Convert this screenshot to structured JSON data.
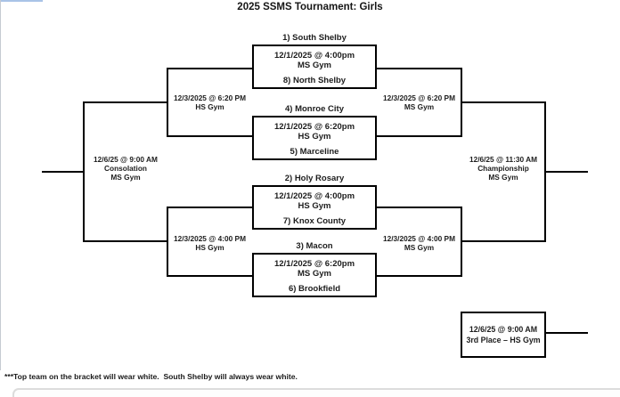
{
  "title": "2025 SSMS Tournament: Girls",
  "games": [
    {
      "top_team": "1) South Shelby",
      "datetime": "12/1/2025 @ 4:00pm",
      "venue": "MS Gym",
      "bottom_team": "8) North Shelby"
    },
    {
      "top_team": "4) Monroe City",
      "datetime": "12/1/2025 @ 6:20pm",
      "venue": "HS Gym",
      "bottom_team": "5) Marceline"
    },
    {
      "top_team": "2) Holy Rosary",
      "datetime": "12/1/2025 @ 4:00pm",
      "venue": "HS Gym",
      "bottom_team": "7) Knox County"
    },
    {
      "top_team": "3) Macon",
      "datetime": "12/1/2025 @ 6:20pm",
      "venue": "MS Gym",
      "bottom_team": "6) Brookfield"
    }
  ],
  "semifinals": {
    "left_top": {
      "datetime": "12/3/2025 @ 6:20 PM",
      "venue": "HS Gym"
    },
    "right_top": {
      "datetime": "12/3/2025 @ 6:20 PM",
      "venue": "MS Gym"
    },
    "left_bottom": {
      "datetime": "12/3/2025 @ 4:00 PM",
      "venue": "HS Gym"
    },
    "right_bottom": {
      "datetime": "12/3/2025 @ 4:00 PM",
      "venue": "MS Gym"
    }
  },
  "finals": {
    "consolation": {
      "datetime": "12/6/25 @ 9:00 AM",
      "name": "Consolation",
      "venue": "MS Gym"
    },
    "championship": {
      "datetime": "12/6/25 @ 11:30 AM",
      "name": "Championship",
      "venue": "MS Gym"
    },
    "third_place": {
      "datetime": "12/6/25 @ 9:00 AM",
      "name": "3rd Place – HS Gym"
    }
  },
  "footnote": "***Top team on the bracket will wear white.  South Shelby will always wear white.",
  "colors": {
    "bracket_line": "#000000",
    "text": "#1d1d1d",
    "selection_blue": "#a9c3e7",
    "border_gray": "#dcdcdc"
  }
}
